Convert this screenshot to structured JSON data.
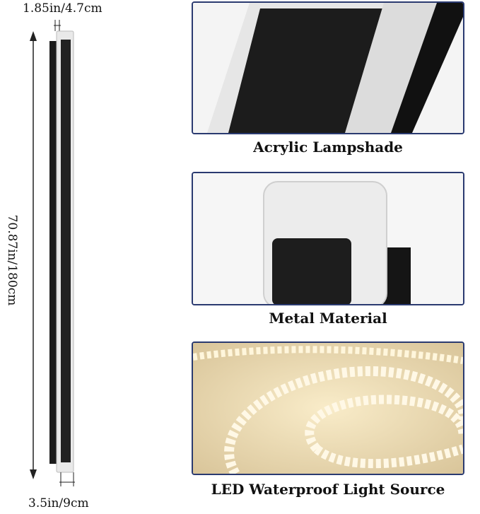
{
  "dimensions": {
    "width_label": "1.85in/4.7cm",
    "height_label": "70.87in/180cm",
    "depth_label": "3.5in/9cm"
  },
  "features": [
    {
      "caption": "Acrylic Lampshade",
      "image_icon": "acrylic-lampshade-closeup"
    },
    {
      "caption": "Metal Material",
      "image_icon": "metal-material-closeup"
    },
    {
      "caption": "LED Waterproof Light Source",
      "image_icon": "led-strip-photo"
    }
  ],
  "colors": {
    "panel_border": "#2a3a70",
    "lamp_black": "#1b1b1b",
    "acrylic_white": "#eeeeee",
    "led_glow": "#f6e3b5"
  }
}
